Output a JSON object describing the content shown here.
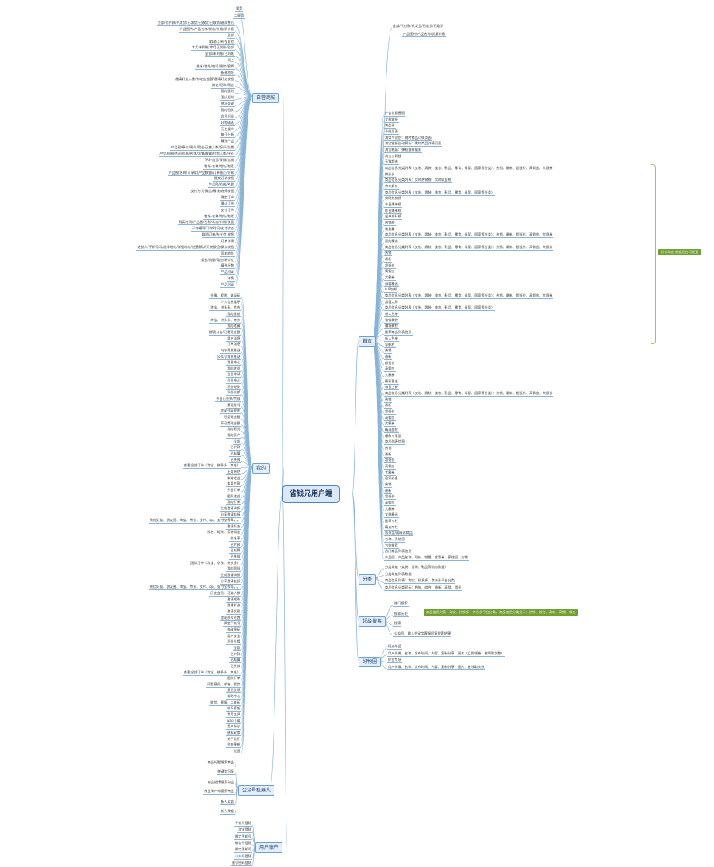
{
  "root": "省钱兄用户端",
  "branches": {
    "self_mall": "自营商城",
    "mine": "我的",
    "official_account": "公众号机器人",
    "user_account": "用户账户",
    "home": "首页",
    "share": "分类",
    "super_search": "超级搜索",
    "good_goods": "好物圈"
  },
  "top": {
    "search": "搜索",
    "secondary": "二级页",
    "orders_tabs": "全部/代付款/代发货/已收货/已取消",
    "product_info": "产品图片/产品名称/优惠价格"
  },
  "left_nodes": [
    "全部/代付款/代发货/已发货/已收货/已取消/退款售后",
    "产品图片/产品名称/状态/价格/原价格",
    "全部",
    "取消订单/去支付",
    "本月未到账/本月已到账/全部",
    "全部/未到账/已到账",
    "同上",
    "姓名/地址/电话/删除/编辑",
    "新建地址",
    "邀请好友人数/你收益金额/邀请好友按钮",
    "排名/昵称/佣金",
    "我的返利",
    "团队返利",
    "地址管理",
    "我的团队",
    "会员权益",
    "好物精选",
    "历史搜单",
    "每日上新",
    "精选产品",
    "产品图/原价/现价/佣金/已售人数/好评/店铺",
    "产品图/预估返/价格/名称/店铺/收藏/代购人数/评论",
    "TAB-首页/详情/店铺",
    "地址-名称/地址/电话",
    "产品图/名称/可享用/产品数量/订单备注/价格",
    "提交订单按钮",
    "产品图/价格/名称",
    "支付方式-微信/零钱/选择按钮",
    "确定订单",
    "确认订单",
    "支付订单",
    "地址-名称/地址/电话",
    "购买时间/产品图/名称/状态/价格/数量",
    "订单编号/下单时间/支付状态",
    "取消订单/去支付 按钮",
    "订单详情",
    "收货人/手机号码/选择地址/详细地址/设置默认/开关按钮/保存按钮",
    "添加地址",
    "佣金/销量/佣金/新价位",
    "精选好物",
    "产品列表",
    "详情",
    "产品列表"
  ],
  "mine_nodes": [
    "头像、昵称、邀请码",
    "个人信息展示",
    "淘宝、拼多多、京东",
    "我的足迹",
    "淘宝、拼多多、京东",
    "我的收藏",
    "提现公告/已提现金额",
    "用户消息",
    "订单消息",
    "app消息推送",
    "公众号消息推送",
    "消息中心",
    "我的收益",
    "会员申请",
    "会员中心",
    "积分规则",
    "积分兑换",
    "今日已签到/完成",
    "提现账号",
    "提现列表规则",
    "可提现金额",
    "不可提现金额",
    "我的积分",
    "我的资产",
    "全部",
    "已付款",
    "已结算",
    "已失效",
    "查看全部订单（淘宝、拼多多、京东）",
    "上月预估",
    "本月收益",
    "本月付款",
    "今日订单",
    "团队收益",
    "我的订单",
    "生成邀请海报",
    "分享邀请链接",
    "微信好友、朋友圈、淘宝、京东、支付、qq、支付宝等等。。。",
    "邀请好友",
    "排名、昵称、累计佣金",
    "排名表",
    "已付款",
    "已结算",
    "已失效",
    "团队订单（淘宝、京东、拼多多）",
    "我的团队",
    "生成邀请海报",
    "分享邀请链接",
    "微信好友、朋友圈、淘宝、京东、支付、qq、支付宝等等。。。",
    "历史会员、可邀人数",
    "邀请规则",
    "邀请好友",
    "邀请奖励",
    "提现账号设置",
    "绑定手机号",
    "修改密码",
    "用户安全",
    "积分兑换",
    "全部",
    "已付款",
    "已结算",
    "已失效",
    "查看全部订单（淘宝、拼多多、京东）",
    "团队订单",
    "问题意见、邮箱、提交",
    "意见反馈",
    "帮助中心",
    "微信、客服、二维码",
    "联系客服",
    "常用工具",
    "wap下载",
    "用户协议",
    "隐私政策",
    "关于我们",
    "检查更新",
    "设置"
  ],
  "official_nodes": [
    "商品标题搜索商品",
    "关键字回复",
    "商品链接搜索商品",
    "商品淘口令搜索商品",
    "新人奖励",
    "新人教程"
  ],
  "account_nodes": [
    "手机号登陆",
    "淘宝登陆",
    "绑定手机号",
    "微信号登陆",
    "绑定手机号",
    "公众号登陆",
    "账号密码登陆"
  ],
  "home_nodes": [
    "广告位配置图",
    "文档链接",
    "商品详",
    "系统页面",
    "淘口令识别：跳转商品详情页面",
    "淘宝链接自动解析：跳转商品详情页面",
    "淘宝粘贴：弹框推荐搜索",
    "淘宝全网搜",
    "天猫超市",
    "商品信息分类列表（女装、男装、美妆、鞋品、零食、母婴、居家等分类）：热销、最新、超低价、高佣金、大额券",
    "拼多多",
    "商品信息分类列表：实时热销榜、实时收益榜",
    "京东好价",
    "商品信息分类列表（女装、男装、美妆、鞋品、零食、母婴、居家等分类）",
    "实时热销榜",
    "今日爆单榜",
    "昨日爆单榜",
    "出单排行榜",
    "热销榜",
    "聚划算",
    "商品信息分类列表（女装、男装、美妆、鞋品、零食、母婴、居家等分类）：热销、最新、超低价、高佣金、大额券",
    "双红精选",
    "商品信息分类列表（女装、男装、美妆、鞋品、零食、母婴、居家等分类）：热销、最新、超低价、高佣金、大额券",
    "热销",
    "最新",
    "超低价",
    "高佣金",
    "大额券",
    "母婴精选",
    "9.9包邮",
    "商品信息分类列表（女装、男装、美妆、鞋品、零食、母婴、居家等分类）：热销、最新、超低价、高佣金、大额券",
    "超值大牌",
    "商品信息分类列表（女装、男装、美妆、鞋品、零食、母婴、居家等分类）",
    "新人免单",
    "省钱教程",
    "赚钱教程",
    "推荐商品列表信息",
    "新人免单",
    "导航栏",
    "热销",
    "最新",
    "超低价",
    "高佣金",
    "大额券",
    "精彩黄金",
    "每日上新",
    "商品信息分类列表（女装、男装、美妆、鞋品、零食、母婴、居家等分类）：热销、最新、超低价、高佣金、大额券",
    "热销",
    "最新",
    "超低价",
    "高佣金",
    "大额券",
    "精选美妆",
    "爆款专享区",
    "商品列表信息",
    "热销",
    "最新",
    "超低价",
    "高佣金",
    "大额券",
    "居家必备",
    "热销",
    "最新",
    "超低价",
    "高佣金",
    "大额券",
    "女装精选",
    "推荐专栏",
    "精选专栏",
    "店分类/展精选商品",
    "名称、券信息",
    "为你推荐",
    "热门商品列表信息",
    "产品图、产品名称、现价、销量、优惠券、预估返、店铺"
  ],
  "share_nodes": [
    "分类导航（女装、男装、鞋品等动态数据）",
    "分类导航列表数据",
    "商品信息列表：淘宝、拼多多、京东多平台分类",
    "商品信息分类显示：热销、综合、最新、高佣、佣金"
  ],
  "search_nodes": [
    "热门搜索",
    "搜索历史",
    "搜索",
    "公众号：输入关键字客服回复搜索结果"
  ],
  "good_nodes": [
    "精选单品",
    "用户头像、名称、发布时间、内容、复制分享、图片（立即领券、被领取次数）",
    "好货专场",
    "用户头像、名称、发布时间、内容、复制分享、图片、被领取次数"
  ],
  "notes": {
    "home_note": "默认动态 数据后台可配置",
    "search_note": "商品信息列表：淘宝、拼多多、京东多平台分类。商品信息分类显示：热销、综合、最新、高佣、佣金"
  }
}
